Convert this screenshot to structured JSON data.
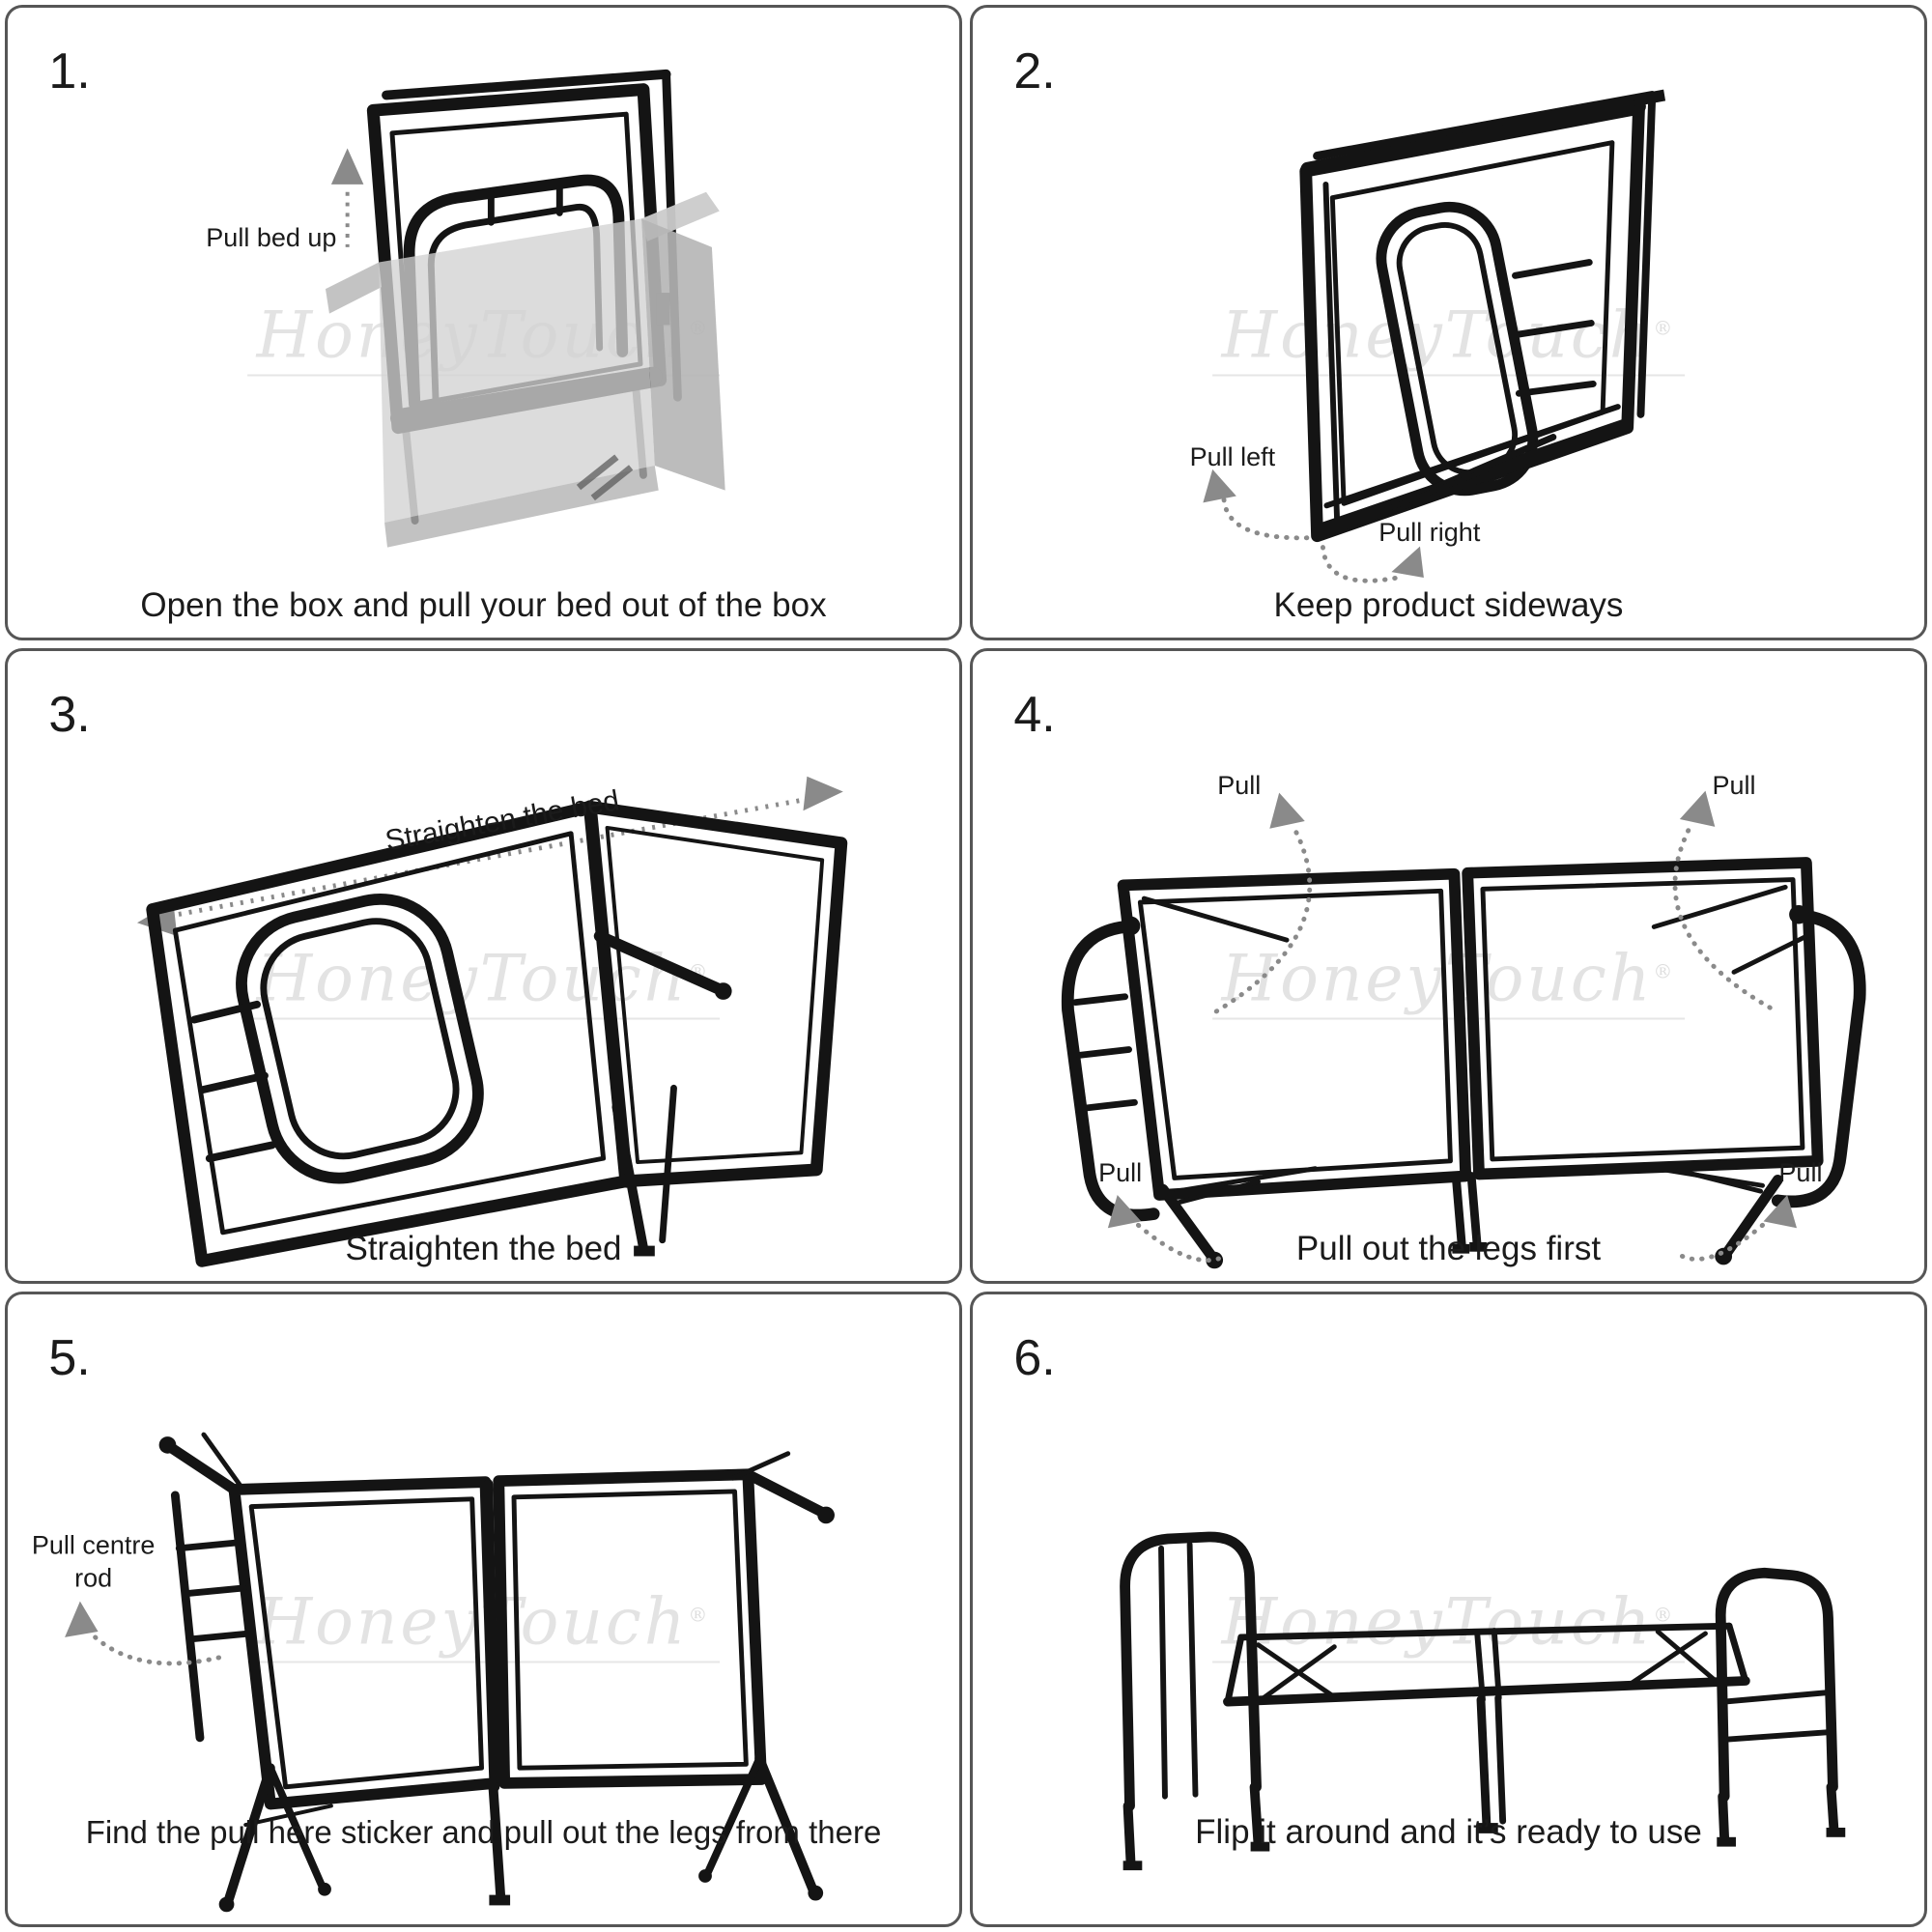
{
  "watermark": {
    "text": "HoneyTouch",
    "registered": "®"
  },
  "colors": {
    "panel_border": "#565656",
    "text": "#1b1b1b",
    "arrow_gray": "#8a8a8a",
    "frame_black": "#141414",
    "box_gray": "#d2d2d2",
    "watermark": "#e3e3e3"
  },
  "panels": [
    {
      "number": "1.",
      "caption": "Open the box and pull your bed out of the box",
      "labels": [
        {
          "text": "Pull bed up"
        }
      ]
    },
    {
      "number": "2.",
      "caption": "Keep product sideways",
      "labels": [
        {
          "text": "Pull left"
        },
        {
          "text": "Pull right"
        }
      ]
    },
    {
      "number": "3.",
      "caption": "Straighten the bed",
      "labels": [
        {
          "text": "Straighten the bed"
        }
      ]
    },
    {
      "number": "4.",
      "caption": "Pull out the legs first",
      "labels": [
        {
          "text": "Pull"
        },
        {
          "text": "Pull"
        },
        {
          "text": "Pull"
        },
        {
          "text": "Pull"
        }
      ]
    },
    {
      "number": "5.",
      "caption": "Find the pull here sticker and pull out the legs from there",
      "labels": [
        {
          "text": "Pull centre rod"
        }
      ]
    },
    {
      "number": "6.",
      "caption": "Flip it around and it’s ready to use",
      "labels": []
    }
  ]
}
